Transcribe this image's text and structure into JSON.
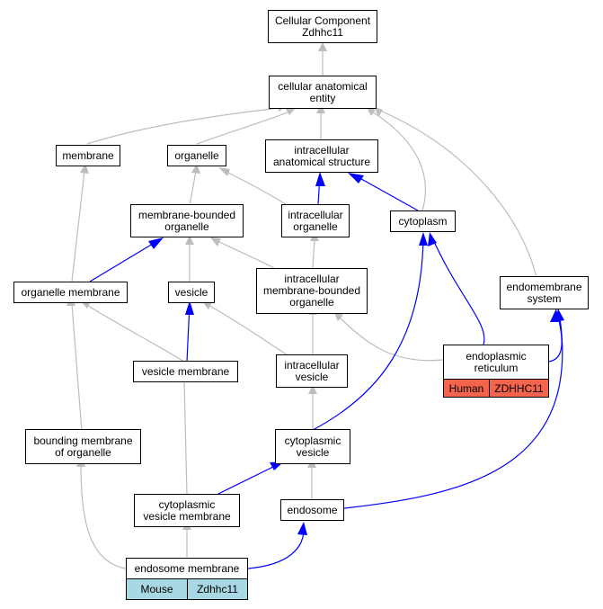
{
  "colors": {
    "is_a_edge": "#bdbdbd",
    "part_of_edge": "#0000ff",
    "human_annotation": "#f4644c",
    "mouse_annotation": "#a8d8e4"
  },
  "nodes": {
    "cellular_component": "Cellular Component\nZdhhc11",
    "cellular_anatomical_entity": "cellular anatomical\nentity",
    "membrane": "membrane",
    "organelle": "organelle",
    "intracellular_anatomical_structure": "intracellular\nanatomical structure",
    "membrane_bounded_organelle": "membrane-bounded\norganelle",
    "intracellular_organelle": "intracellular\norganelle",
    "cytoplasm": "cytoplasm",
    "organelle_membrane": "organelle membrane",
    "vesicle": "vesicle",
    "intracellular_membrane_bounded_organelle": "intracellular\nmembrane-bounded\norganelle",
    "endomembrane_system": "endomembrane\nsystem",
    "vesicle_membrane": "vesicle membrane",
    "intracellular_vesicle": "intracellular\nvesicle",
    "endoplasmic_reticulum": "endoplasmic\nreticulum",
    "bounding_membrane_of_organelle": "bounding membrane\nof organelle",
    "cytoplasmic_vesicle": "cytoplasmic\nvesicle",
    "cytoplasmic_vesicle_membrane": "cytoplasmic\nvesicle membrane",
    "endosome": "endosome",
    "endosome_membrane": "endosome membrane"
  },
  "annotations": {
    "human": {
      "species": "Human",
      "gene": "ZDHHC11"
    },
    "mouse": {
      "species": "Mouse",
      "gene": "Zdhhc11"
    }
  }
}
